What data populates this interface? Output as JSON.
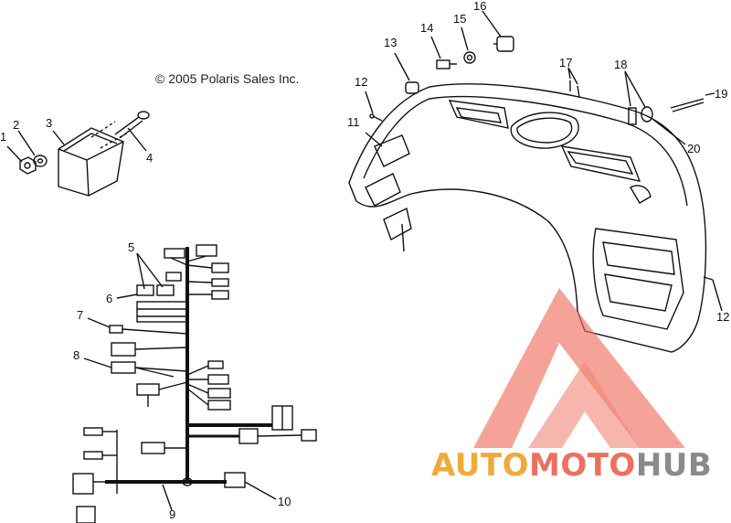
{
  "copyright": "© 2005 Polaris Sales Inc.",
  "callouts": [
    "1",
    "2",
    "3",
    "4",
    "5",
    "6",
    "7",
    "8",
    "9",
    "10",
    "11",
    "12",
    "13",
    "14",
    "15",
    "16",
    "17",
    "18",
    "19",
    "20",
    "12"
  ],
  "watermark": {
    "part1": "AUTO",
    "part2": "MOTO",
    "part3": "HUB"
  },
  "colors": {
    "watermark_red": "#ef6f5e",
    "watermark_orange": "#f2a93b",
    "watermark_gray": "#8a8a8a",
    "line": "#111111"
  }
}
